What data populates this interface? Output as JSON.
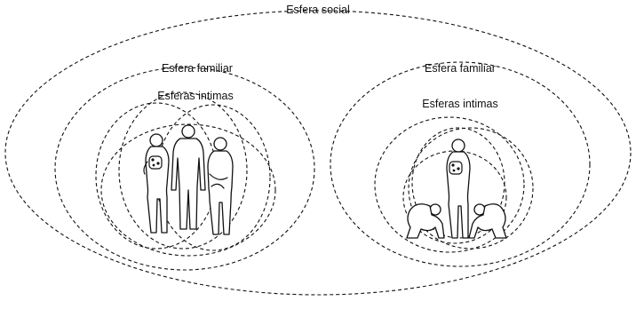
{
  "labels": {
    "social": "Esfera social",
    "left_family": "Esfera familiar",
    "left_intimate": "Esferas intimas",
    "right_family": "Esfera familiar",
    "right_intimate": "Esferas intimas"
  },
  "colors": {
    "stroke": "#111111",
    "background": "#ffffff"
  }
}
